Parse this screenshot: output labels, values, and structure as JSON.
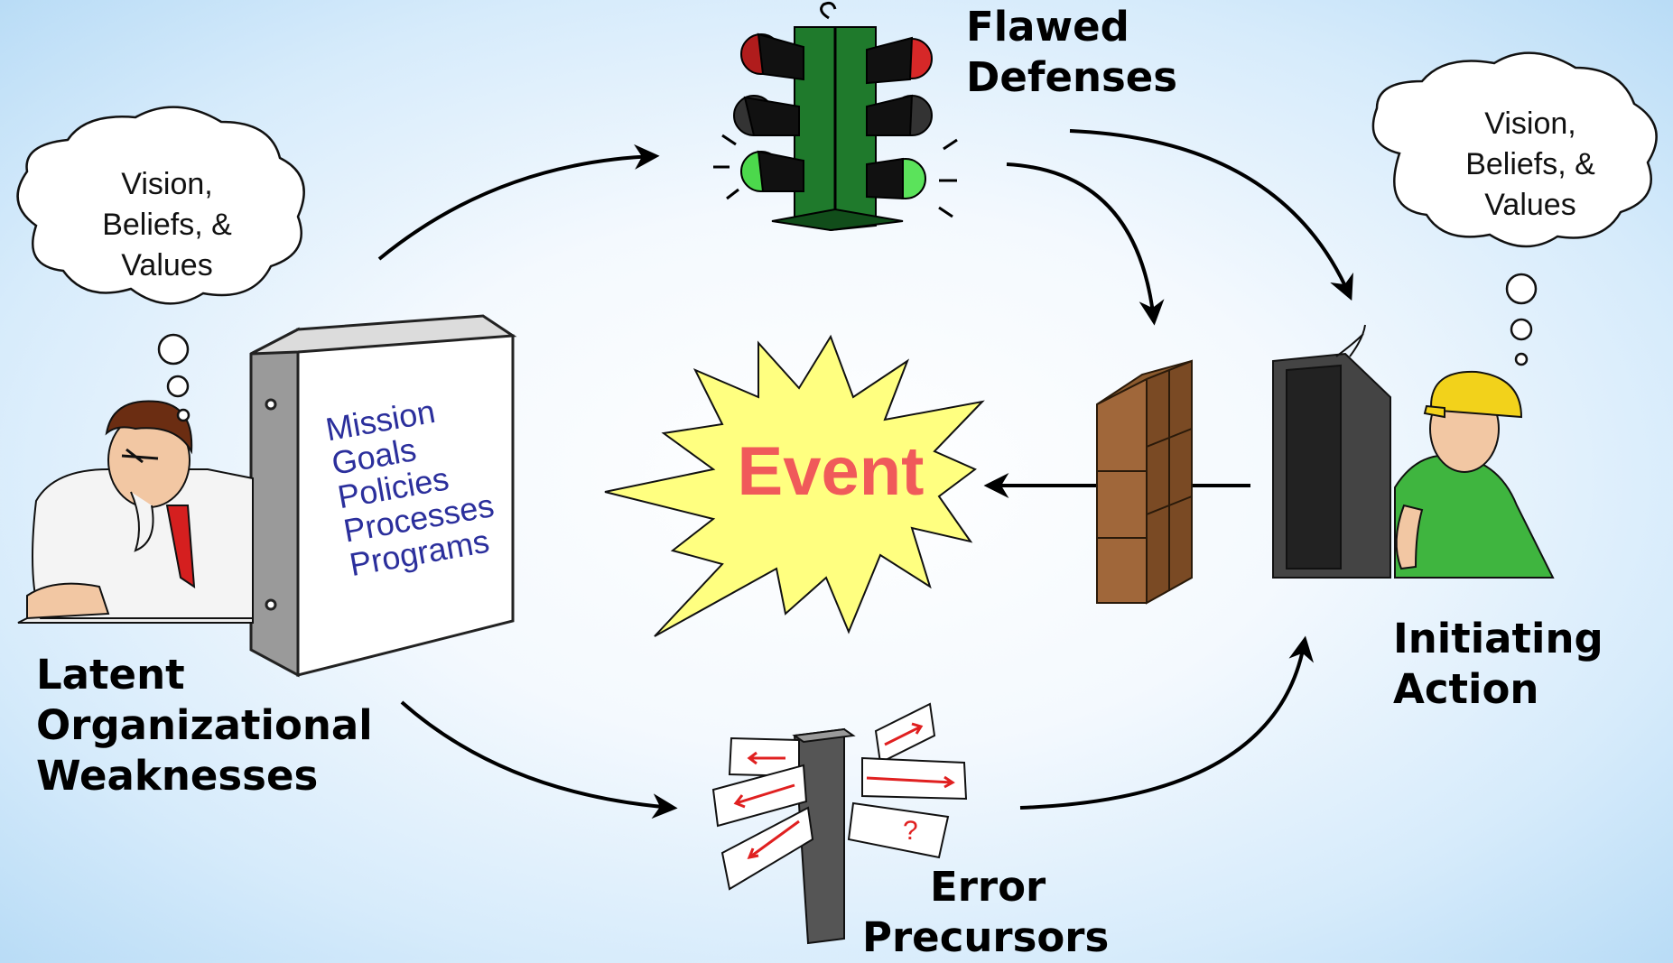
{
  "labels": {
    "flawed_defenses": [
      "Flawed",
      "Defenses"
    ],
    "initiating_action": [
      "Initiating",
      "Action"
    ],
    "latent_weaknesses": [
      "Latent",
      "Organizational",
      "Weaknesses"
    ],
    "error_precursors": [
      "Error",
      "Precursors"
    ]
  },
  "center": {
    "event": "Event"
  },
  "binder": {
    "items": [
      "Mission",
      "Goals",
      "Policies",
      "Processes",
      "Programs"
    ]
  },
  "cloud_left": {
    "lines": [
      "Vision,",
      "Beliefs, &",
      "Values"
    ]
  },
  "cloud_right": {
    "lines": [
      "Vision,",
      "Beliefs, &",
      "Values"
    ]
  },
  "signpost": {
    "question_mark": "?"
  },
  "colors": {
    "event_text": "#f05a5a",
    "burst_fill": "#ffff80",
    "binder_text": "#2b2f9c",
    "traffic_light": "#1f7a2c",
    "worker_shirt": "#3fb53f",
    "hard_hat": "#f2d21b",
    "wall_bricks": "#a0673a",
    "arrow_red": "#e02020"
  },
  "icons": [
    "traffic-light-icon",
    "explosion-burst-icon",
    "brick-wall-icon",
    "manager-at-desk-icon",
    "worker-at-panel-icon",
    "signpost-icon",
    "binder-icon",
    "thought-cloud-icon"
  ]
}
